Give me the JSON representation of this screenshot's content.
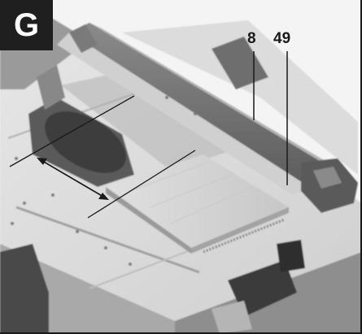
{
  "figure": {
    "label": "G",
    "callouts": [
      "8",
      "49"
    ]
  },
  "colors": {
    "badge": "#1f1f1f",
    "metal": "#d9d9d9",
    "shadow": "#7a7a7a",
    "line": "#1a1a1a"
  }
}
